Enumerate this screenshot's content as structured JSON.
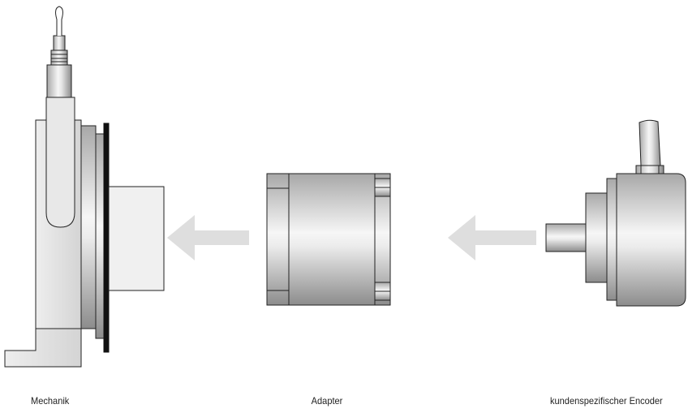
{
  "labels": {
    "mechanik": "Mechanik",
    "adapter": "Adapter",
    "encoder": "kundenspezifischer Encoder"
  },
  "colors": {
    "outline": "#222222",
    "metal_light": "#f4f4f4",
    "metal_mid": "#c8c8c8",
    "metal_dark": "#9a9a9a",
    "arrow": "#dedede",
    "flange": "#111111"
  }
}
